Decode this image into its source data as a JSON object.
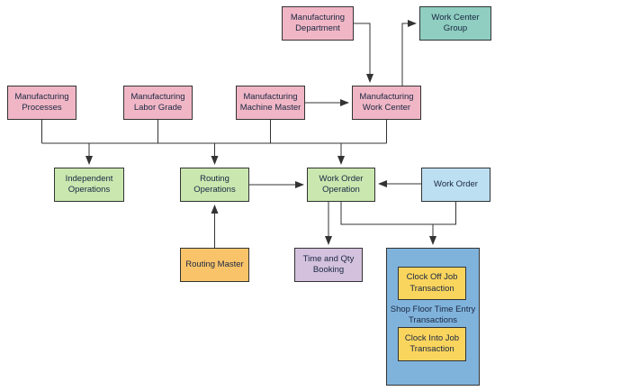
{
  "diagram": {
    "title": "Manufacturing shop floor data model flowchart",
    "palette": {
      "pink": "#f0b6c5",
      "teal": "#8fcec0",
      "green": "#c9e7af",
      "light_blue": "#bddff2",
      "orange": "#f9c469",
      "lavender": "#d3c1dd",
      "container_blue": "#80b3dc",
      "yellow": "#fad55e",
      "border": "#333333",
      "line": "#333333",
      "text": "#1a2742",
      "background": "#ffffff"
    },
    "nodes": {
      "manufacturing_department": {
        "label": "Manufacturing Department",
        "color": "#f0b6c5"
      },
      "work_center_group": {
        "label": "Work Center Group",
        "color": "#8fcec0"
      },
      "manufacturing_processes": {
        "label": "Manufacturing Processes",
        "color": "#f0b6c5"
      },
      "manufacturing_labor_grade": {
        "label": "Manufacturing Labor Grade",
        "color": "#f0b6c5"
      },
      "manufacturing_machine_master": {
        "label": "Manufacturing Machine Master",
        "color": "#f0b6c5"
      },
      "manufacturing_work_center": {
        "label": "Manufacturing Work Center",
        "color": "#f0b6c5"
      },
      "independent_operations": {
        "label": "Independent Operations",
        "color": "#c9e7af"
      },
      "routing_operations": {
        "label": "Routing Operations",
        "color": "#c9e7af"
      },
      "work_order_operation": {
        "label": "Work Order Operation",
        "color": "#c9e7af"
      },
      "work_order": {
        "label": "Work Order",
        "color": "#bddff2"
      },
      "routing_master": {
        "label": "Routing Master",
        "color": "#f9c469"
      },
      "time_and_qty_booking": {
        "label": "Time and Qty Booking",
        "color": "#d3c1dd"
      },
      "shop_floor_time_entry": {
        "label": "Shop Floor Time Entry Transactions",
        "color": "#80b3dc"
      },
      "clock_off_job": {
        "label": "Clock Off Job Transaction",
        "color": "#fad55e"
      },
      "clock_into_job": {
        "label": "Clock Into Job Transaction",
        "color": "#fad55e"
      }
    },
    "edges": [
      {
        "from": "manufacturing_department",
        "to": "manufacturing_work_center",
        "arrow": true
      },
      {
        "from": "manufacturing_work_center",
        "to": "work_center_group",
        "arrow": true
      },
      {
        "from": "manufacturing_machine_master",
        "to": "manufacturing_work_center",
        "arrow": true
      },
      {
        "from": "manufacturing_processes",
        "to": "shared_bus",
        "arrow": false
      },
      {
        "from": "manufacturing_labor_grade",
        "to": "shared_bus",
        "arrow": false
      },
      {
        "from": "manufacturing_machine_master",
        "to": "shared_bus",
        "arrow": false
      },
      {
        "from": "manufacturing_work_center",
        "to": "shared_bus",
        "arrow": false
      },
      {
        "from": "shared_bus",
        "to": "independent_operations",
        "arrow": true
      },
      {
        "from": "shared_bus",
        "to": "routing_operations",
        "arrow": true
      },
      {
        "from": "shared_bus",
        "to": "work_order_operation",
        "arrow": true
      },
      {
        "from": "routing_operations",
        "to": "work_order_operation",
        "arrow": true
      },
      {
        "from": "work_order",
        "to": "work_order_operation",
        "arrow": true
      },
      {
        "from": "routing_master",
        "to": "routing_operations",
        "arrow": true
      },
      {
        "from": "work_order_operation",
        "to": "time_and_qty_booking",
        "arrow": true
      },
      {
        "from": "work_order_operation",
        "to": "shop_floor_time_entry",
        "arrow": true
      },
      {
        "from": "work_order",
        "to": "shop_floor_time_entry",
        "arrow": true
      }
    ]
  }
}
